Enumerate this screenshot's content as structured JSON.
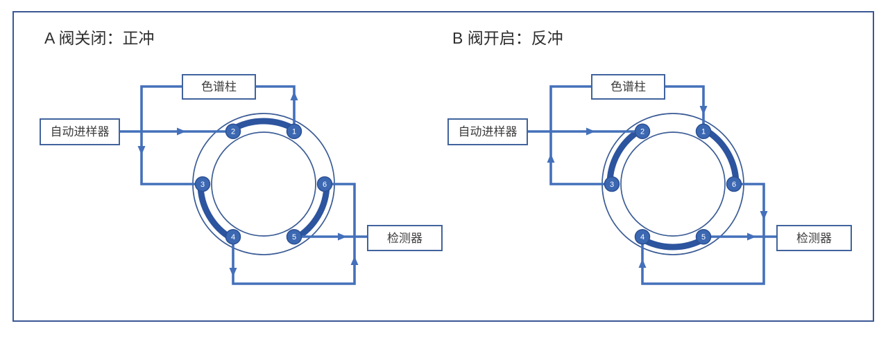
{
  "colors": {
    "tube_line": "#4470BA",
    "rotor_arc": "#2D549E",
    "port_fill": "#3C68B2",
    "port_stroke": "#2B4F93",
    "ring_stroke": "#3B5C96",
    "box_border": "#40639C",
    "box_fill": "#FFFFFF",
    "box_text": "#3D3D3D",
    "title_text": "#2E2E2E",
    "frame_border": "#3A5795",
    "background": "#FFFFFF"
  },
  "diagrams": [
    {
      "id": "A",
      "title": "A 阀关闭：正冲",
      "boxes": {
        "column": "色谱柱",
        "autosampler": "自动进样器",
        "detector": "检测器"
      },
      "ports": [
        "1",
        "2",
        "3",
        "4",
        "5",
        "6"
      ],
      "rotor_connections": [
        [
          2,
          1
        ],
        [
          3,
          4
        ],
        [
          5,
          6
        ]
      ]
    },
    {
      "id": "B",
      "title": "B 阀开启：反冲",
      "boxes": {
        "column": "色谱柱",
        "autosampler": "自动进样器",
        "detector": "检测器"
      },
      "ports": [
        "1",
        "2",
        "3",
        "4",
        "5",
        "6"
      ],
      "rotor_connections": [
        [
          2,
          3
        ],
        [
          1,
          6
        ],
        [
          4,
          5
        ]
      ]
    }
  ]
}
